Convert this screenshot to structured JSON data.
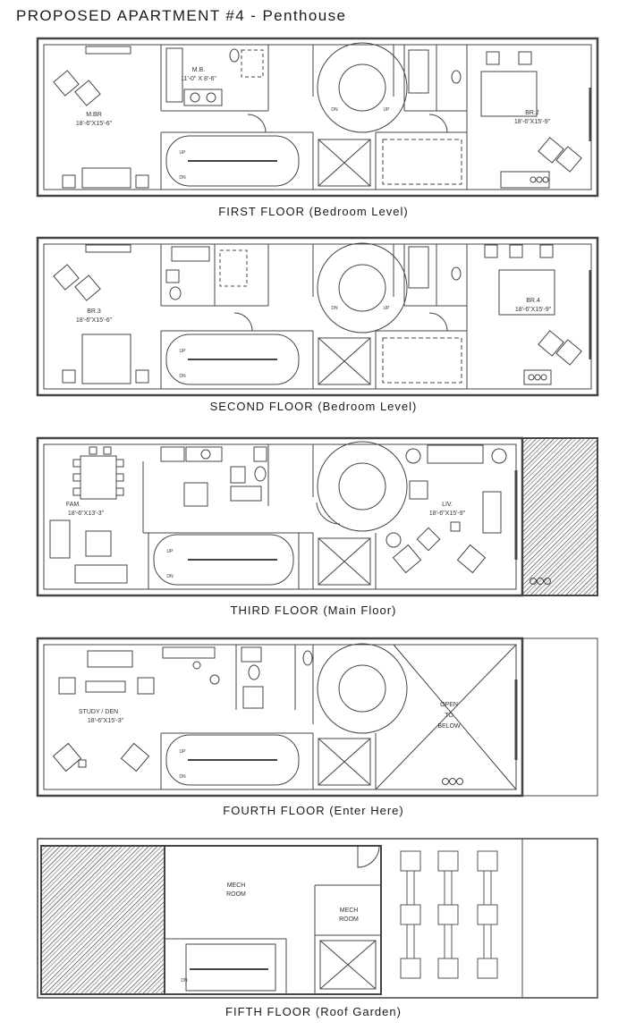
{
  "title": "PROPOSED APARTMENT #4 - Penthouse",
  "floors": [
    {
      "caption": "FIRST FLOOR (Bedroom Level)",
      "rooms": [
        {
          "name": "M.BR",
          "size": "18'-6\"X15'-6\""
        },
        {
          "name": "M.B.",
          "size": "11'-0\" X 8'-6\""
        },
        {
          "name": "BR.2",
          "size": "18'-6\"X15'-9\""
        }
      ]
    },
    {
      "caption": "SECOND FLOOR (Bedroom Level)",
      "rooms": [
        {
          "name": "BR.3",
          "size": "18'-6\"X15'-6\""
        },
        {
          "name": "BR.4",
          "size": "18'-6\"X15'-9\""
        }
      ]
    },
    {
      "caption": "THIRD FLOOR (Main Floor)",
      "rooms": [
        {
          "name": "FAM.",
          "size": "18'-6\"X13'-3\""
        },
        {
          "name": "LIV.",
          "size": "18'-6\"X15'-9\""
        }
      ]
    },
    {
      "caption": "FOURTH FLOOR (Enter Here)",
      "rooms": [
        {
          "name": "STUDY / DEN",
          "size": "18'-6\"X15'-3\""
        }
      ],
      "open": [
        "OPEN",
        "TO",
        "BELOW"
      ]
    },
    {
      "caption": "FIFTH FLOOR (Roof Garden)",
      "rooms": [
        {
          "name": "MECH",
          "size": "ROOM"
        },
        {
          "name": "MECH",
          "size": "ROOM"
        }
      ]
    }
  ],
  "stair": {
    "up": "UP",
    "dn": "DN"
  }
}
